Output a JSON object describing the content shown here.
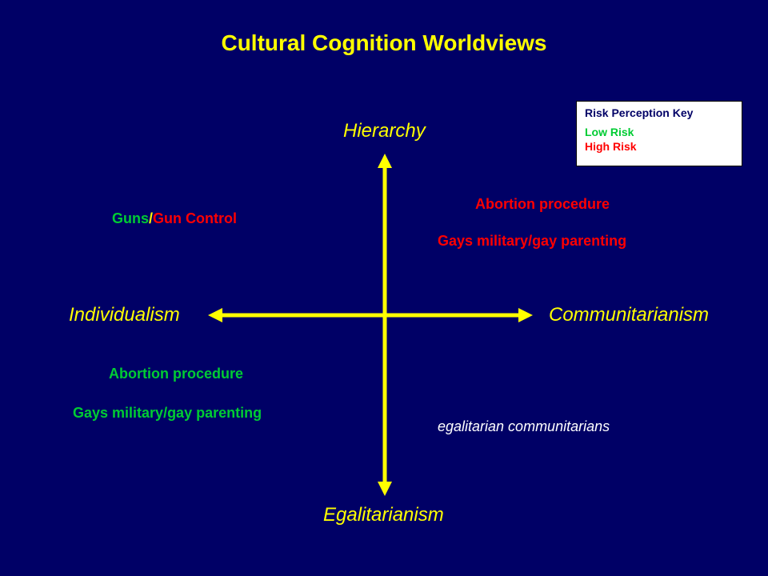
{
  "title": "Cultural Cognition Worldviews",
  "axes": {
    "top": "Hierarchy",
    "bottom": "Egalitarianism",
    "left": "Individualism",
    "right": "Communitarianism"
  },
  "colors": {
    "background": "#000066",
    "axis": "#ffff00",
    "low_risk": "#00cc33",
    "high_risk": "#ff0000"
  },
  "key": {
    "title": "Risk Perception Key",
    "low": "Low Risk",
    "high": "High Risk"
  },
  "upper_left": {
    "guns": "Guns",
    "slash": "/",
    "gun_control": "Gun Control"
  },
  "upper_right": {
    "abortion": "Abortion procedure",
    "gays": "Gays military/gay parenting"
  },
  "lower_left": {
    "abortion": "Abortion procedure",
    "gays": "Gays military/gay parenting"
  },
  "lower_right": {
    "label": "egalitarian communitarians"
  }
}
